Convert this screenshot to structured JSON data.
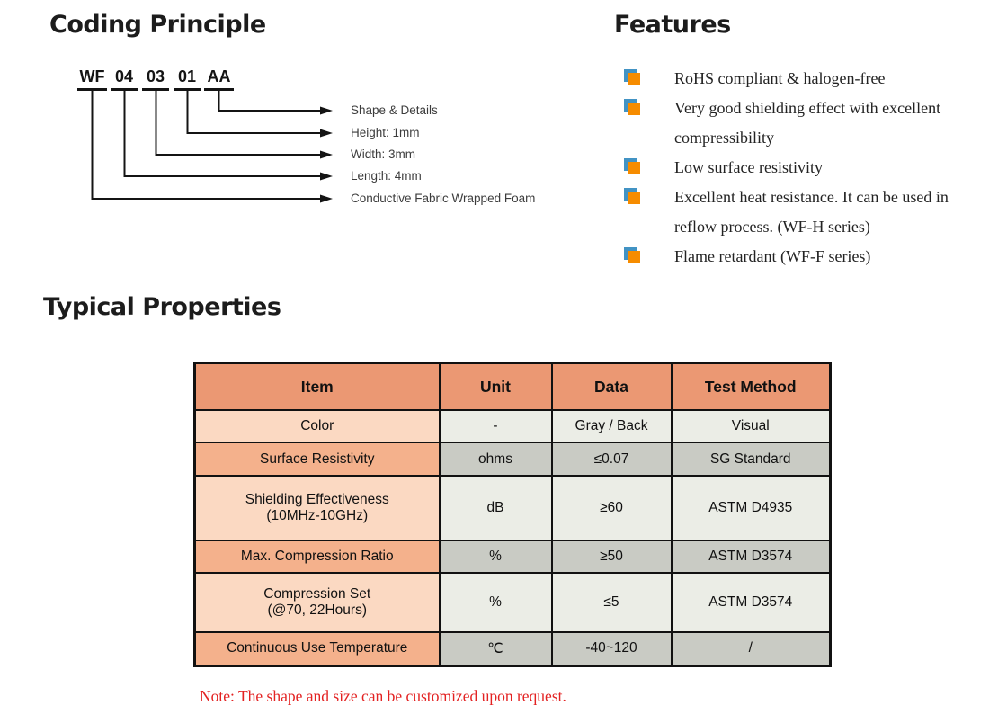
{
  "coding_principle": {
    "title": "Coding Principle",
    "code_segments": [
      "WF",
      "04",
      "03",
      "01",
      "AA"
    ],
    "labels": [
      "Shape & Details",
      "Height: 1mm",
      "Width: 3mm",
      "Length: 4mm",
      "Conductive Fabric Wrapped Foam"
    ]
  },
  "features": {
    "title": "Features",
    "items": [
      "RoHS compliant & halogen-free",
      "Very good shielding effect with excellent compressibility",
      "Low surface resistivity",
      "Excellent heat resistance. It can be used in reflow process. (WF-H series)",
      "Flame retardant (WF-F series)"
    ],
    "bullet_front_color": "#F68C00",
    "bullet_back_color": "#4293C4"
  },
  "typical_properties": {
    "title": "Typical Properties",
    "table": {
      "headers": [
        "Item",
        "Unit",
        "Data",
        "Test Method"
      ],
      "rows": [
        [
          "Color",
          "-",
          "Gray / Back",
          "Visual"
        ],
        [
          "Surface Resistivity",
          "ohms",
          "≤0.07",
          "SG Standard"
        ],
        [
          "Shielding Effectiveness\n(10MHz-10GHz)",
          "dB",
          "≥60",
          "ASTM D4935"
        ],
        [
          "Max. Compression Ratio",
          "%",
          "≥50",
          "ASTM D3574"
        ],
        [
          "Compression Set\n(@70, 22Hours)",
          "%",
          "≤5",
          "ASTM D3574"
        ],
        [
          "Continuous Use Temperature",
          "℃",
          "-40~120",
          "/"
        ]
      ],
      "header_bg_color": "#EB9873",
      "item_light_color": "#FBD9C2",
      "item_dark_color": "#F4B18C",
      "value_light_color": "#EBEDE6",
      "value_dark_color": "#C9CBC4"
    },
    "note": "Note: The shape and size can be customized upon request."
  }
}
